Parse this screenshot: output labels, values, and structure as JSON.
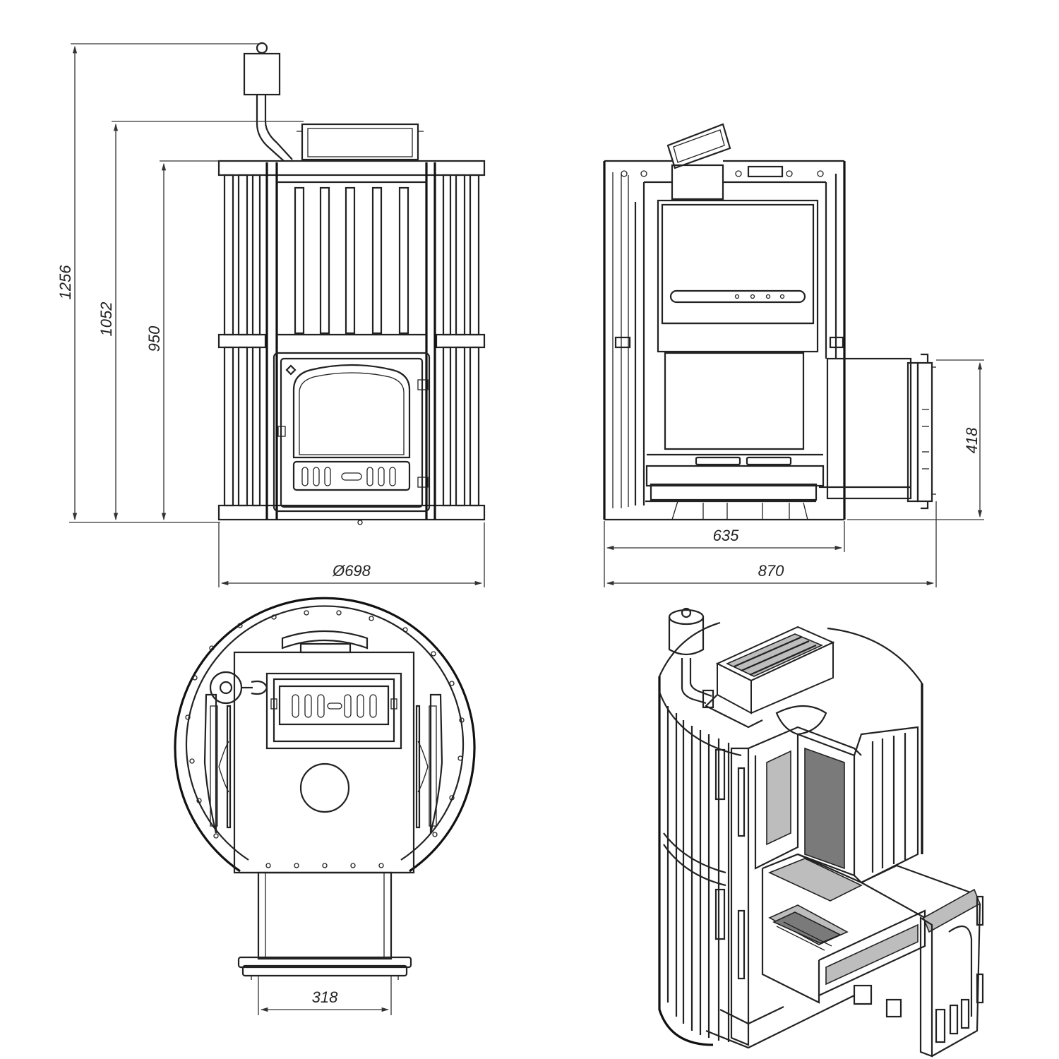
{
  "drawing": {
    "front_view": {
      "dimensions": [
        "1256",
        "1052",
        "950"
      ],
      "width_label": "Ø698"
    },
    "side_view": {
      "dimensions": [
        "418",
        "635",
        "870"
      ]
    },
    "top_view": {
      "dimensions": [
        "318"
      ]
    }
  }
}
